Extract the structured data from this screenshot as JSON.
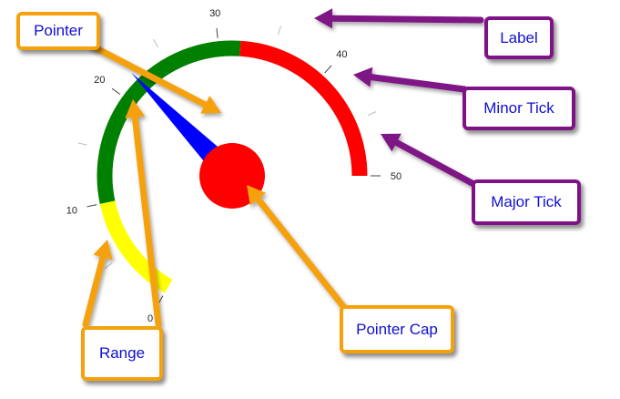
{
  "gauge": {
    "scale": {
      "min": 0,
      "max": 50
    },
    "major_tick_labels": [
      "0",
      "10",
      "20",
      "30",
      "40",
      "50"
    ],
    "minor_tick_values": [
      5,
      15,
      25,
      35,
      45
    ],
    "ranges": [
      {
        "from": 0,
        "to": 10,
        "color": "#ffff00"
      },
      {
        "from": 10,
        "to": 32,
        "color": "#008000"
      },
      {
        "from": 32,
        "to": 50,
        "color": "#ff0000"
      }
    ],
    "pointer": {
      "value": 22,
      "color": "#0000ff"
    },
    "pointer_cap": {
      "color": "#ff0000"
    }
  },
  "callouts": {
    "pointer": "Pointer",
    "label": "Label",
    "minor_tick": "Minor Tick",
    "major_tick": "Major Tick",
    "range": "Range",
    "pointer_cap": "Pointer Cap"
  },
  "colors": {
    "orange_callout": "#f5a10a",
    "purple_callout": "#7f1286",
    "callout_text": "#1010d0"
  }
}
